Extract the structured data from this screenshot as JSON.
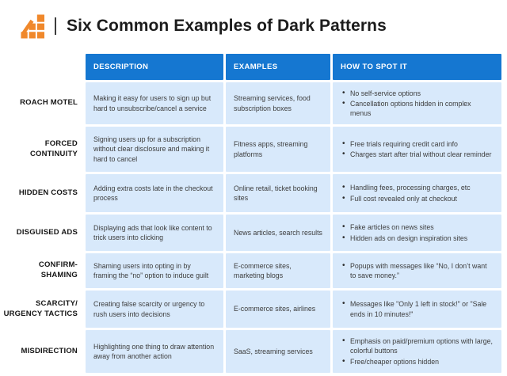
{
  "header": {
    "title": "Six Common Examples of Dark Patterns"
  },
  "colors": {
    "header_bg": "#1577D1",
    "cell_bg": "#D8E9FB",
    "logo_orange": "#F0882B",
    "divider": "#3C3C3C"
  },
  "table": {
    "columns": [
      "DESCRIPTION",
      "EXAMPLES",
      "HOW TO SPOT IT"
    ],
    "rows": [
      {
        "label": "ROACH MOTEL",
        "description": "Making it easy for users to sign up but hard to unsubscribe/cancel a service",
        "examples": "Streaming services, food subscription boxes",
        "spot": [
          "No self-service options",
          "Cancellation options hidden in complex menus"
        ]
      },
      {
        "label": "FORCED\nCONTINUITY",
        "description": "Signing users up for a subscription without clear disclosure and making it hard to cancel",
        "examples": "Fitness apps, streaming platforms",
        "spot": [
          "Free trials requiring credit card info",
          "Charges start after trial without clear reminder"
        ]
      },
      {
        "label": "HIDDEN COSTS",
        "description": "Adding extra costs late in the checkout process",
        "examples": "Online retail, ticket booking sites",
        "spot": [
          "Handling fees, processing charges, etc",
          "Full cost revealed only at checkout"
        ]
      },
      {
        "label": "DISGUISED ADS",
        "description": "Displaying ads that look like content to trick users into clicking",
        "examples": "News articles, search results",
        "spot": [
          "Fake articles on news sites",
          "Hidden ads on design inspiration sites"
        ]
      },
      {
        "label": "CONFIRM-\nSHAMING",
        "description": "Shaming users into opting in by framing the “no” option to induce guilt",
        "examples": "E-commerce sites, marketing blogs",
        "spot": [
          "Popups with messages like “No, I don’t want to save money.”"
        ]
      },
      {
        "label": "SCARCITY/\nURGENCY TACTICS",
        "description": "Creating false scarcity or urgency to rush users into decisions",
        "examples": "E-commerce sites, airlines",
        "spot": [
          "Messages like \"Only 1 left in stock!\" or \"Sale ends in 10 minutes!\""
        ]
      },
      {
        "label": "MISDIRECTION",
        "description": "Highlighting one thing to draw attention away from another action",
        "examples": "SaaS, streaming services",
        "spot": [
          "Emphasis on paid/premium options with large, colorful buttons",
          "Free/cheaper options hidden"
        ]
      }
    ]
  }
}
